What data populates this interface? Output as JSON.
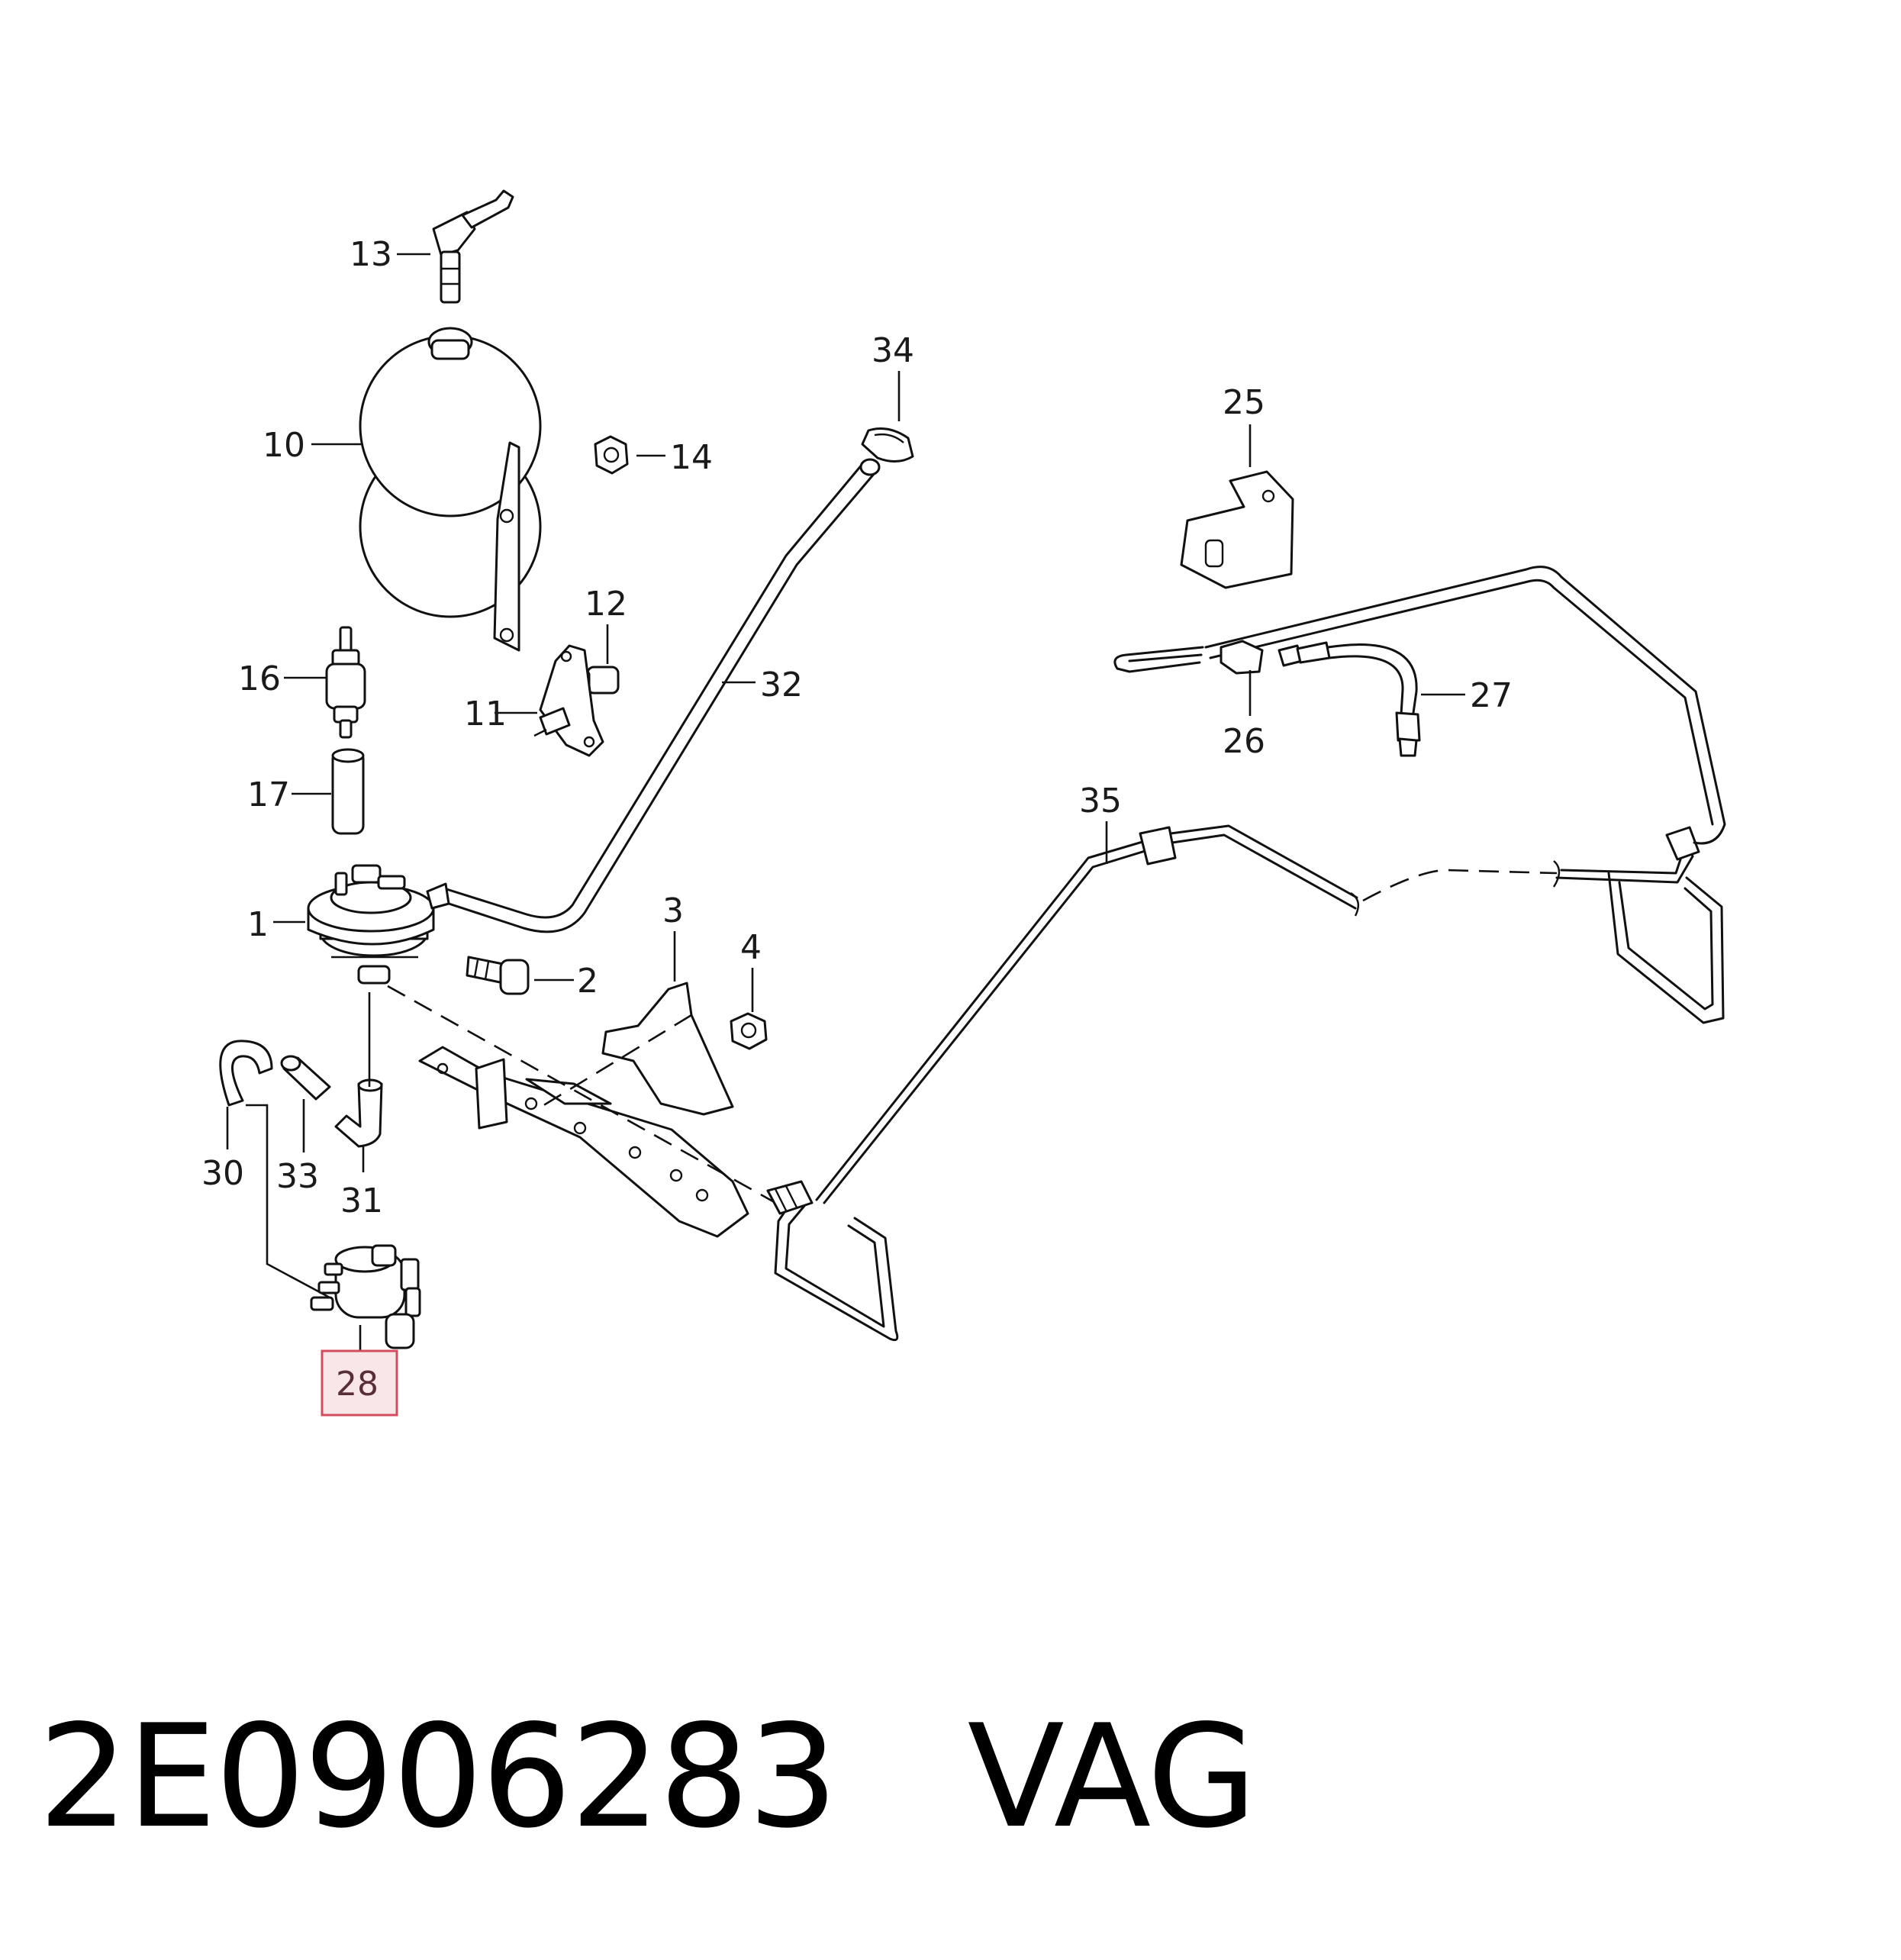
{
  "caption": {
    "part_number": "2E0906283",
    "brand": "VAG"
  },
  "highlighted_callout": "28",
  "colors": {
    "line": "#111111",
    "highlight_fill": "#f9e6e9",
    "highlight_stroke": "#d44d5c"
  },
  "callouts": {
    "c1": "1",
    "c2": "2",
    "c3": "3",
    "c4": "4",
    "c10": "10",
    "c11": "11",
    "c12": "12",
    "c13": "13",
    "c14": "14",
    "c16": "16",
    "c17": "17",
    "c25": "25",
    "c26": "26",
    "c27": "27",
    "c28": "28",
    "c30": "30",
    "c31": "31",
    "c32": "32",
    "c33": "33",
    "c34": "34",
    "c35": "35"
  }
}
